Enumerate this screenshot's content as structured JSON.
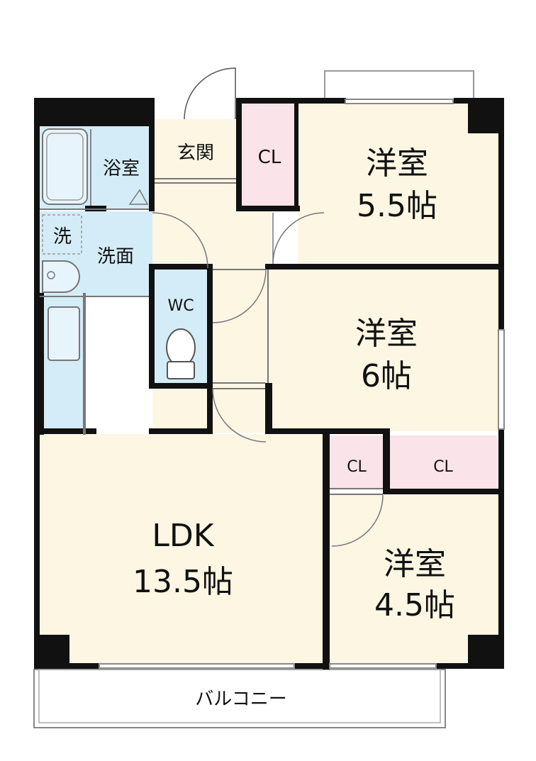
{
  "rooms": {
    "bedroom_a": {
      "name": "洋室",
      "size": "5.5帖"
    },
    "bedroom_b": {
      "name": "洋室",
      "size": "6帖"
    },
    "bedroom_c": {
      "name": "洋室",
      "size": "4.5帖"
    },
    "ldk": {
      "name": "LDK",
      "size": "13.5帖"
    },
    "bathroom": "浴室",
    "entrance": "玄関",
    "washroom": "洗面",
    "washer": "洗",
    "toilet": "WC",
    "closet_entrance": "CL",
    "closet_c_left": "CL",
    "closet_c_right": "CL",
    "balcony": "バルコニー"
  },
  "colors": {
    "room_fill": "#fdf6e3",
    "wet_fill": "#d4ecf7",
    "closet_fill": "#fbe3ea",
    "wall": "#111111"
  }
}
